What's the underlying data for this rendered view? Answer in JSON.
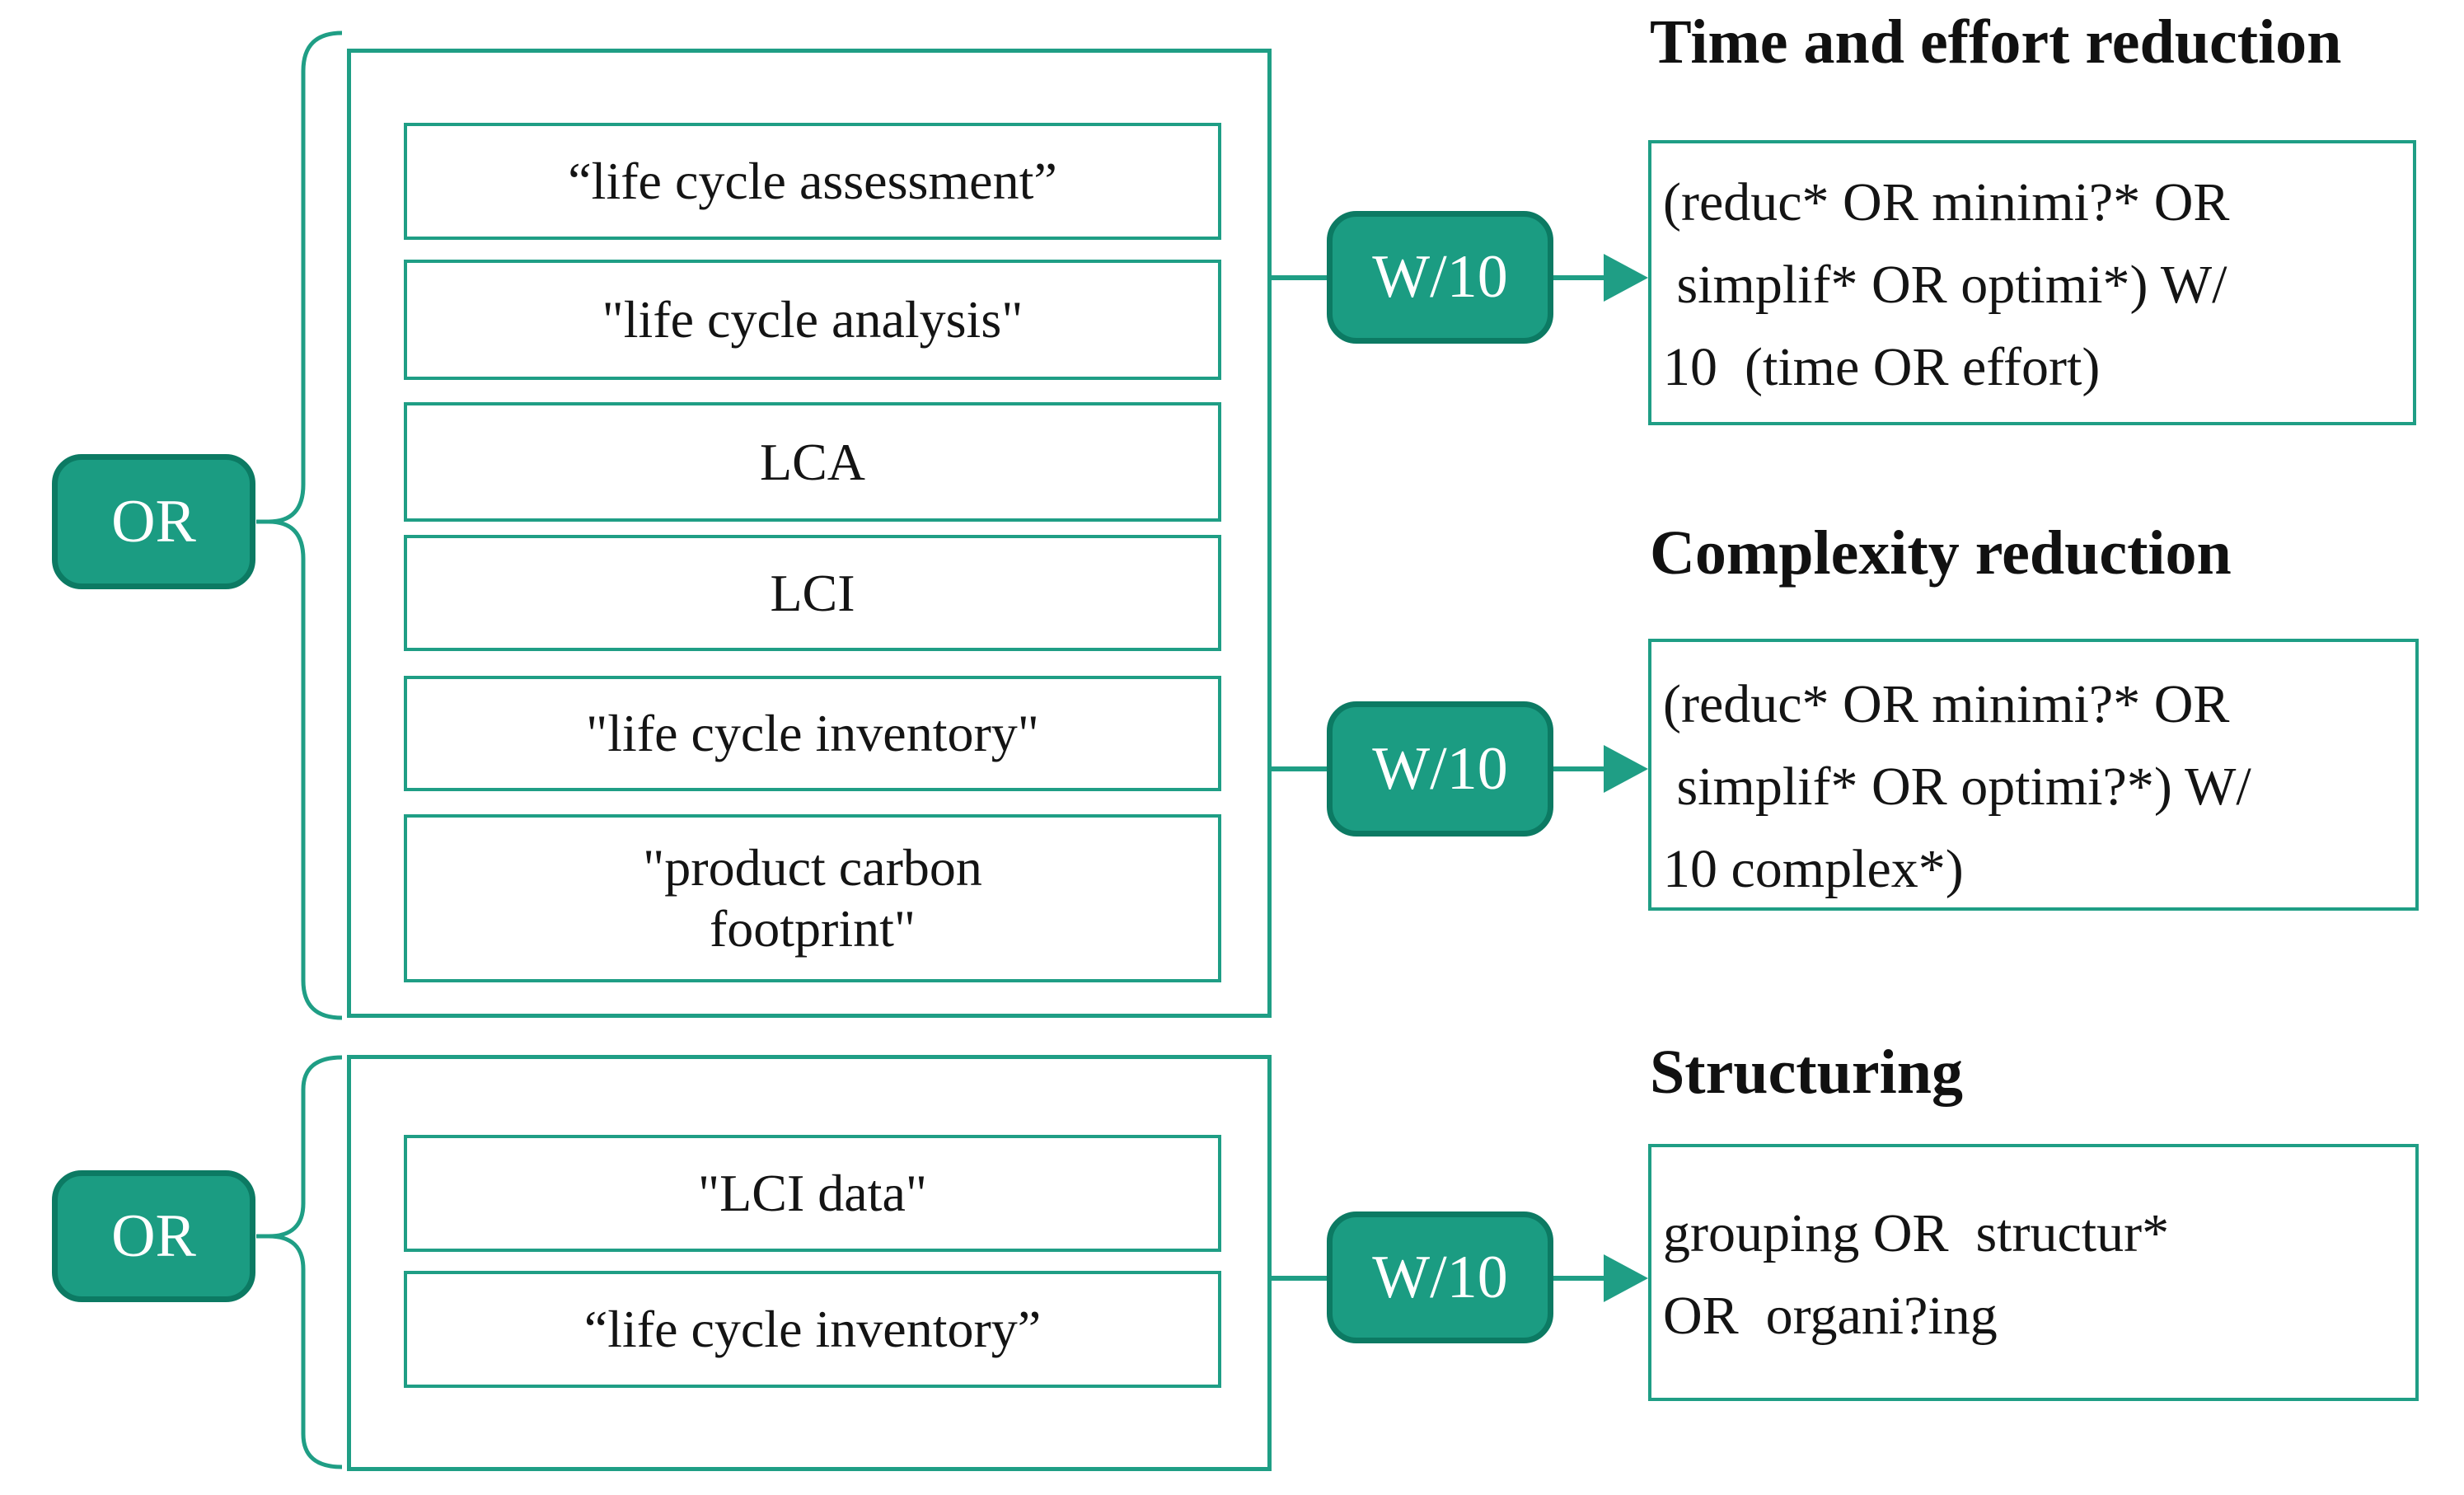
{
  "figure": {
    "operators": [
      {
        "label": "OR"
      },
      {
        "label": "OR"
      }
    ],
    "group1": {
      "terms": [
        "“life cycle assessment”",
        "\"life cycle analysis\"",
        "LCA",
        "LCI",
        "\"life cycle inventory\"",
        "\"product carbon footprint\""
      ]
    },
    "group2": {
      "terms": [
        "\"LCI data\"",
        "“life cycle inventory”"
      ]
    },
    "proximity_operators": [
      {
        "label": "W/10"
      },
      {
        "label": "W/10"
      },
      {
        "label": "W/10"
      }
    ],
    "results": [
      {
        "title": "Time and effort reduction",
        "lines": [
          "(reduc* OR minimi?* OR",
          " simplif* OR optimi*) W/",
          "10  (time OR effort)"
        ]
      },
      {
        "title": "Complexity reduction",
        "lines": [
          "(reduc* OR minimi?* OR",
          " simplif* OR optimi?*) W/",
          "10 complex*)"
        ]
      },
      {
        "title": "Structuring",
        "lines": [
          "grouping OR  structur*",
          "OR  organi?ing"
        ]
      }
    ],
    "colors": {
      "teal_fill": "#1b9c82",
      "teal_dark": "#0c7a63",
      "line": "#1f9e85",
      "text": "#141414"
    }
  }
}
